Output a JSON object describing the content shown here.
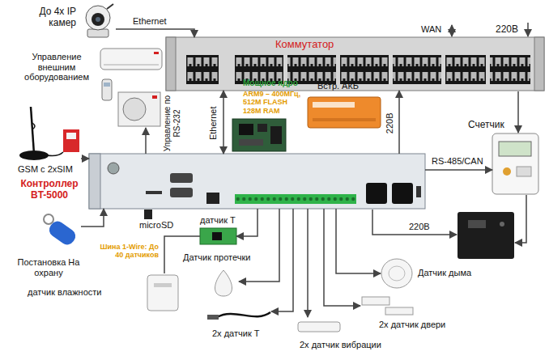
{
  "diagram": {
    "nodes": [
      {
        "text": [
          "До 4х IP камер"
        ]
      },
      {
        "text": [
          "Коммутатор"
        ]
      },
      {
        "text": [
          "Управление внешним оборудованием"
        ]
      },
      {
        "text": [
          "Мощное ядро",
          "ARM9 – 400МГц, 512M FLASH 128M RAM"
        ]
      },
      {
        "text": [
          "Встр. АКБ"
        ]
      },
      {
        "text": [
          "Счетчик"
        ]
      },
      {
        "text": [
          "GSM с 2xSIM"
        ]
      },
      {
        "text": [
          "Контроллер BT-5000"
        ]
      },
      {
        "text": [
          "Постановка На охрану"
        ]
      },
      {
        "text": [
          "датчик Т"
        ]
      },
      {
        "text": [
          "Датчик протечки"
        ]
      },
      {
        "text": [
          "Датчик дыма"
        ]
      },
      {
        "text": [
          "датчик влажности"
        ]
      },
      {
        "text": [
          "2х датчик двери"
        ]
      },
      {
        "text": [
          "2х датчик Т"
        ]
      },
      {
        "text": [
          "2х датчик вибрации"
        ]
      }
    ],
    "edges": [
      {
        "from": 0,
        "to": 1,
        "arrow": "to",
        "label": "Ethernet"
      },
      {
        "from": 7,
        "to": 2,
        "arrow": "to",
        "label": "Управление по RS-232"
      },
      {
        "from": 7,
        "to": 1,
        "arrow": "both",
        "label": "Ethernet"
      },
      {
        "from": 7,
        "to": 1,
        "arrow": "to",
        "label": "220В"
      },
      {
        "from": 7,
        "to": 5,
        "arrow": "to",
        "label": "RS-485/CAN"
      },
      {
        "from": 6,
        "to": 7,
        "arrow": "to"
      },
      {
        "from": 8,
        "to": 7,
        "arrow": "to"
      },
      {
        "from": 7,
        "to": 9,
        "arrow": "to"
      },
      {
        "from": 9,
        "to": 12,
        "arrow": "none"
      },
      {
        "from": 7,
        "to": 10,
        "arrow": "to"
      },
      {
        "from": 7,
        "to": 11,
        "arrow": "to"
      },
      {
        "from": 7,
        "to": 13,
        "arrow": "to"
      },
      {
        "from": 7,
        "to": 14,
        "arrow": "to"
      },
      {
        "from": 7,
        "to": 15,
        "arrow": "to"
      }
    ],
    "labels": [
      "WAN",
      "220В",
      "microSD",
      "Шина 1-Wire: До 40 датчиков",
      "220В"
    ]
  }
}
